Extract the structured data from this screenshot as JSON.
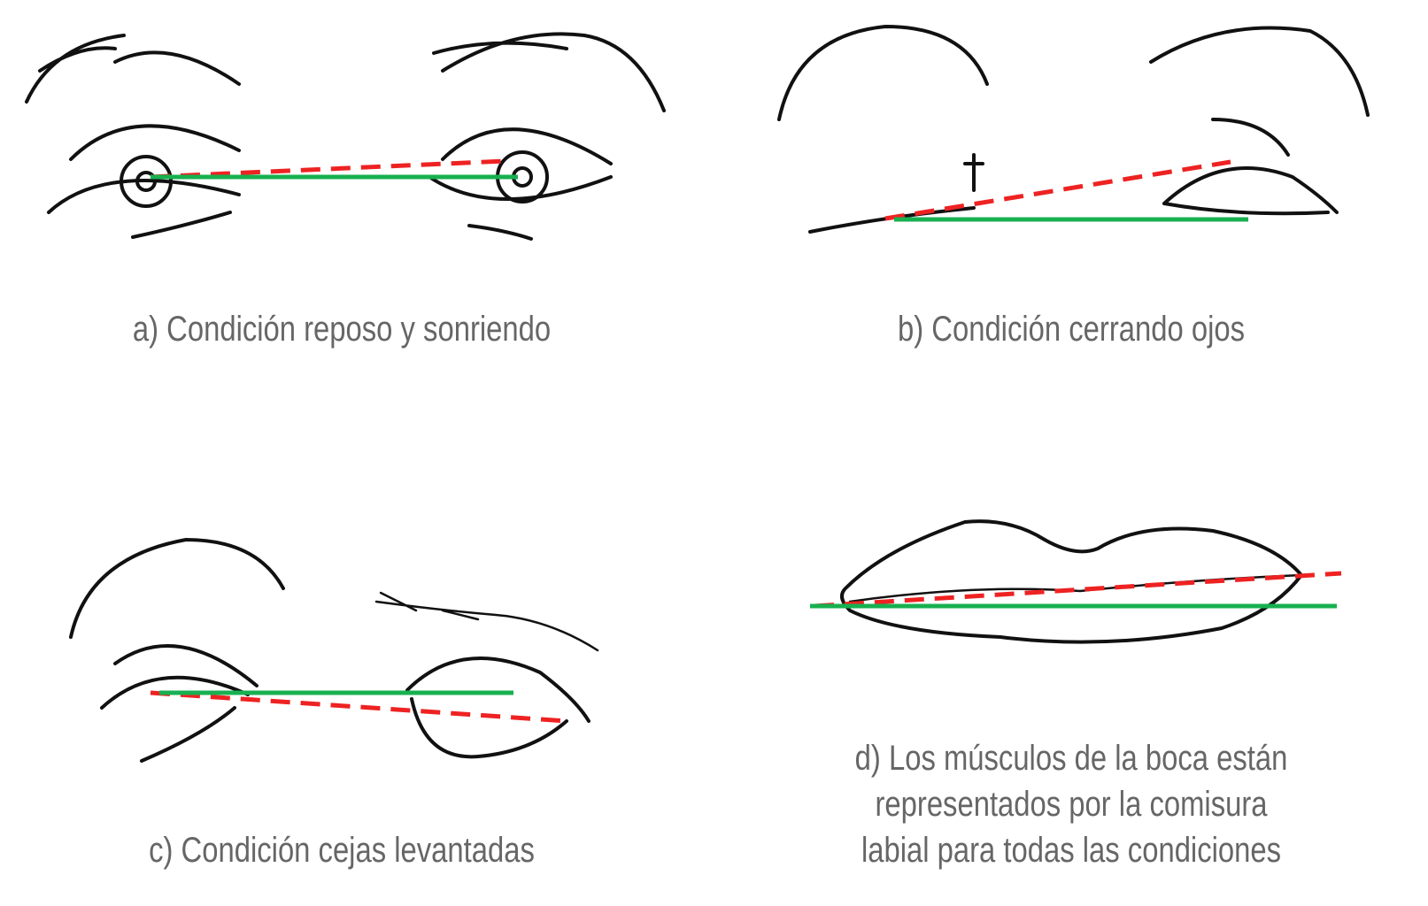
{
  "panels": [
    {
      "id": "a",
      "caption": "a) Condición reposo y sonriendo"
    },
    {
      "id": "b",
      "caption": "b) Condición cerrando ojos"
    },
    {
      "id": "c",
      "caption": "c) Condición cejas levantadas"
    },
    {
      "id": "d",
      "caption_lines": [
        "d) Los músculos de la boca están",
        "representados por la comisura",
        "labial para todas las condiciones"
      ]
    }
  ],
  "colors": {
    "reference_line": "#18b050",
    "condition_line": "#ee2222",
    "caption": "#666666"
  }
}
